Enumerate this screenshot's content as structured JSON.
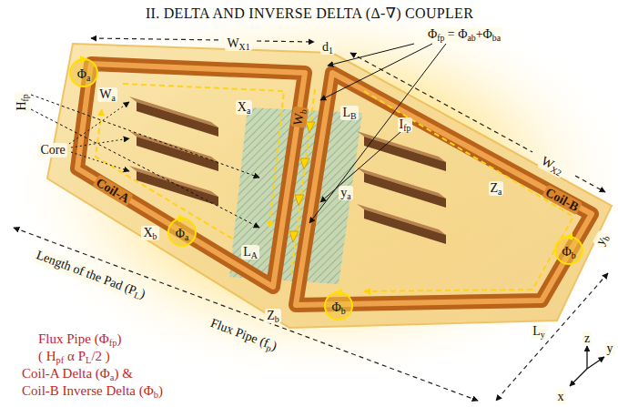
{
  "diagram": {
    "title": "II. DELTA AND INVERSE DELTA (Δ-∇) COUPLER",
    "labels": [
      "Φfp = Φab+Φba",
      "WX1",
      "d1",
      "Φa",
      "Wa",
      "Xa",
      "Wb",
      "LB",
      "Hfp",
      "Ifp",
      "WX2",
      "Core",
      "ya",
      "Za",
      "Coil-B",
      "Coil-A",
      "Xb",
      "Φa",
      "yb",
      "Φb",
      "LA",
      "Zb",
      "Φb",
      "Length of the Pad (PL)",
      "Flux Pipe (fp)",
      "Ly",
      "z",
      "y",
      "x",
      "Flux Pipe (Φfp)",
      "( Hpf α PL/2 )",
      "Coil-A Delta (Φa) &",
      "Coil-B Inverse Delta (Φb)"
    ]
  }
}
